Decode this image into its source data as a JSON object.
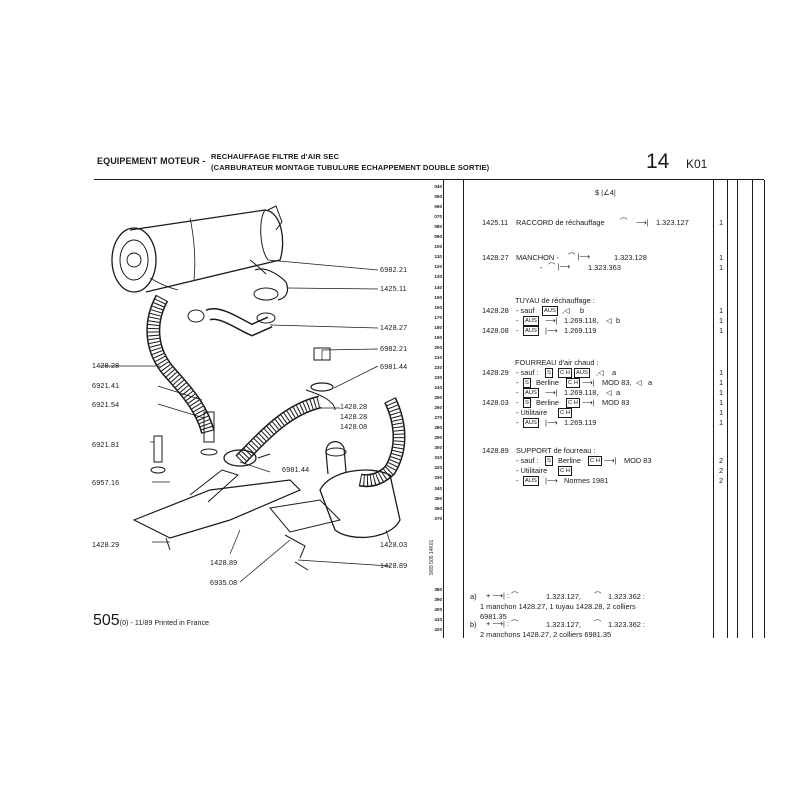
{
  "header": {
    "section_title": "EQUIPEMENT MOTEUR -",
    "subtitle_line1": "RECHAUFFAGE FILTRE d'AIR SEC",
    "subtitle_line2": "(CARBURATEUR MONTAGE TUBULURE ECHAPPEMENT DOUBLE SORTIE)",
    "section_number": "14",
    "section_code": "K01"
  },
  "line_numbers": [
    "040",
    "050",
    "060",
    "070",
    "080",
    "090",
    "100",
    "110",
    "120",
    "130",
    "140",
    "150",
    "160",
    "170",
    "180",
    "190",
    "200",
    "210",
    "220",
    "230",
    "240",
    "250",
    "260",
    "270",
    "280",
    "290",
    "300",
    "310",
    "320",
    "330",
    "340",
    "350",
    "360",
    "370"
  ],
  "bottom_line_numbers": [
    "380",
    "390",
    "400",
    "410",
    "420"
  ],
  "vertical_reference": "9/89   505   14K01",
  "diagram_labels": {
    "l6982_21a": "6982.21",
    "l1425_11": "1425.11",
    "l1428_27": "1428.27",
    "l6982_21b": "6982.21",
    "l6981_44a": "6981.44",
    "l1428_28a": "1428.28",
    "l6921_41": "6921.41",
    "l6921_54": "6921.54",
    "l1428_28b": "1428.28",
    "l1428_28c": "1428.28",
    "l1428_08": "1428.08",
    "l6921_81": "6921.81",
    "l6981_44b": "6981.44",
    "l6957_16": "6957.16",
    "l1428_29": "1428.29",
    "l1428_89a": "1428.89",
    "l6935_08": "6935.08",
    "l1428_03": "1428.03",
    "l1428_89b": "1428.89"
  },
  "parts": {
    "top_mark": "$ |∠4|",
    "r1_ref": "1425.11",
    "r1_text": "RACCORD de réchauffage",
    "r1_part": "1.323.127",
    "r1_qty": "1",
    "r2_ref": "1428.27",
    "r2_text": "MANCHON -",
    "r2_part": "1.323.128",
    "r2_qty": "1",
    "r3_prefix": "-",
    "r3_part": "1.323.363",
    "r3_qty": "1",
    "s1_title": "TUYAU de réchauffage :",
    "r4_ref": "1428.28",
    "r4_text": "- sauf",
    "r4_code": "AUS",
    "r4_note": "b",
    "r4_qty": "1",
    "r5_prefix": "-",
    "r5_code": "AUS",
    "r5_part": "1.269.118,",
    "r5_note": "b",
    "r5_qty": "1",
    "r6_ref": "1428.08",
    "r6_prefix": "-",
    "r6_code": "AUS",
    "r6_part": "1.269.119",
    "r6_qty": "1",
    "s2_title": "FOURREAU d'air chaud :",
    "r7_ref": "1428.29",
    "r7_text": "- sauf :",
    "r7_codes": [
      "S",
      "C H",
      "AUS"
    ],
    "r7_note": "a",
    "r7_qty": "1",
    "r8_code": "S",
    "r8_text": "Berline",
    "r8_code2": "C H",
    "r8_mod": "MOD 83,",
    "r8_note": "a",
    "r8_qty": "1",
    "r9_code": "AUS",
    "r9_part": "1.269.118,",
    "r9_note": "a",
    "r9_qty": "1",
    "r10_ref": "1428.03",
    "r10_code": "S",
    "r10_text": "Berline",
    "r10_code2": "C H",
    "r10_mod": "MOD 83",
    "r10_qty": "1",
    "r11_text": "- Utilitaire",
    "r11_code": "C H",
    "r11_qty": "1",
    "r12_code": "AUS",
    "r12_part": "1.269.119",
    "r12_qty": "1",
    "r13_ref": "1428.89",
    "r13_text": "SUPPORT de fourreau :",
    "r14_text": "- sauf :",
    "r14_code": "S",
    "r14_text2": "Berline",
    "r14_code2": "C H",
    "r14_mod": "MOD 83",
    "r14_qty": "2",
    "r15_text": "- Utilitaire",
    "r15_code": "C H",
    "r15_qty": "2",
    "r16_code": "AUS",
    "r16_text": "Normes 1981",
    "r16_qty": "2"
  },
  "notes": {
    "a_label": "a)",
    "a_line1_parts": "1.323.127,",
    "a_line1_parts2": "1.323.362 :",
    "a_line2": "1 manchon 1428.27, 1 tuyau 1428.28, 2 colliers",
    "a_line3": "6981.35",
    "b_label": "b)",
    "b_line1_parts": "1.323.127,",
    "b_line1_parts2": "1.323.362 :",
    "b_line2": "2 manchons 1428.27, 2 colliers 6981.35"
  },
  "footer": {
    "model": "505",
    "edition": "(0) - 11/89 Printed in France"
  }
}
